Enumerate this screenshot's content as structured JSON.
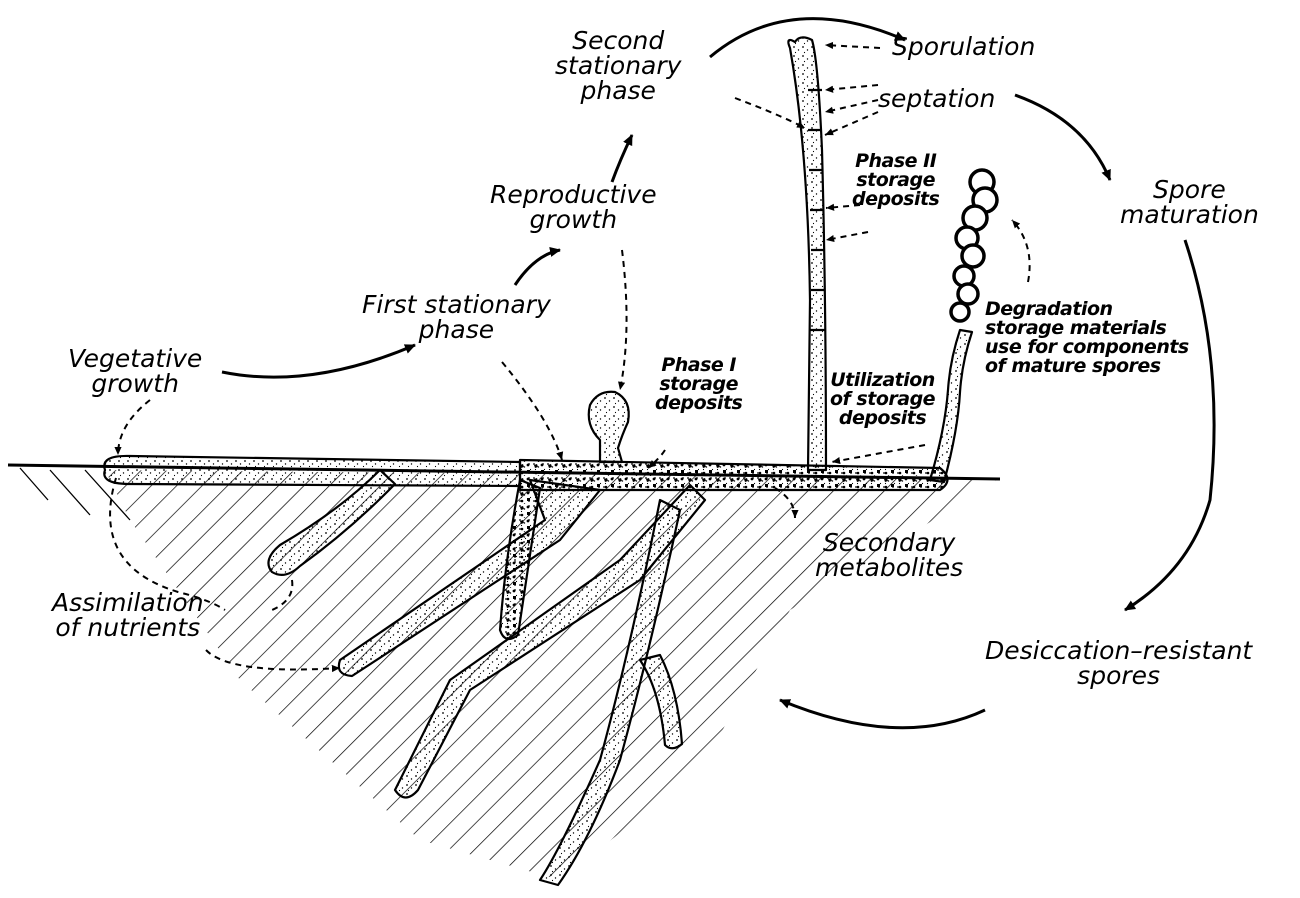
{
  "labels": {
    "second_stationary_phase": "Second\nstationary\nphase",
    "sporulation": "Sporulation",
    "septation": "septation",
    "spore_maturation": "Spore\nmaturation",
    "reproductive_growth": "Reproductive\ngrowth",
    "phase2_storage": "Phase II\nstorage\ndeposits",
    "first_stationary_phase": "First stationary\nphase",
    "degradation": "Degradation\nstorage materials\nuse for components\nof mature spores",
    "vegetative_growth": "Vegetative\ngrowth",
    "phase1_storage": "Phase I\nstorage\ndeposits",
    "utilization": "Utilization\nof storage\ndeposits",
    "secondary_metabolites": "Secondary\nmetabolites",
    "assimilation": "Assimilation\nof nutrients",
    "desiccation": "Desiccation–resistant\nspores"
  }
}
